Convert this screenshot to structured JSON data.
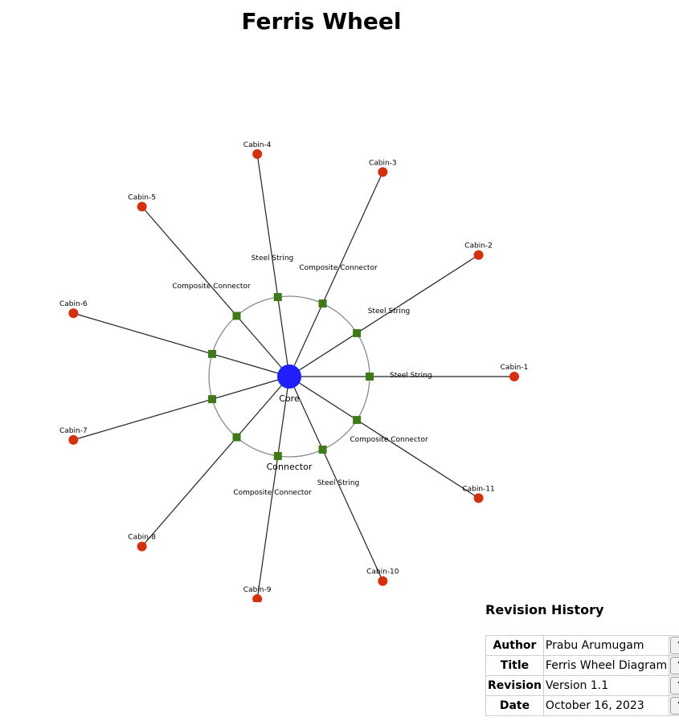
{
  "title": "Ferris Wheel",
  "colors": {
    "core": "#1f1fff",
    "cabin": "#d4300e",
    "connector": "#3f7a1a",
    "spoke": "#222222",
    "rim": "#8a8a8a"
  },
  "diagram": {
    "core_label": "Core",
    "connector_label": "Connector",
    "spokes": [
      {
        "cabin": "Cabin-1",
        "label": "Steel String"
      },
      {
        "cabin": "Cabin-2",
        "label": "Composite Connector"
      },
      {
        "cabin": "Cabin-3",
        "label": "Steel String"
      },
      {
        "cabin": "Cabin-4",
        "label": "Composite Connector"
      },
      {
        "cabin": "Cabin-5",
        "label": ""
      },
      {
        "cabin": "Cabin-6",
        "label": ""
      },
      {
        "cabin": "Cabin-7",
        "label": ""
      },
      {
        "cabin": "Cabin-8",
        "label": "Composite Connector"
      },
      {
        "cabin": "Cabin-9",
        "label": "Steel String"
      },
      {
        "cabin": "Cabin-10",
        "label": "Composite Connector"
      },
      {
        "cabin": "Cabin-11",
        "label": "Steel String"
      }
    ]
  },
  "revision": {
    "heading": "Revision History",
    "rows": [
      {
        "label": "Author",
        "value": "Prabu Arumugam",
        "edit_icon": "pencil-icon"
      },
      {
        "label": "Title",
        "value": "Ferris Wheel Diagram",
        "edit_icon": "pencil-icon"
      },
      {
        "label": "Revision",
        "value": "Version 1.1",
        "edit_icon": "pencil-icon"
      },
      {
        "label": "Date",
        "value": "October 16, 2023",
        "edit_icon": "pencil-icon"
      }
    ]
  }
}
